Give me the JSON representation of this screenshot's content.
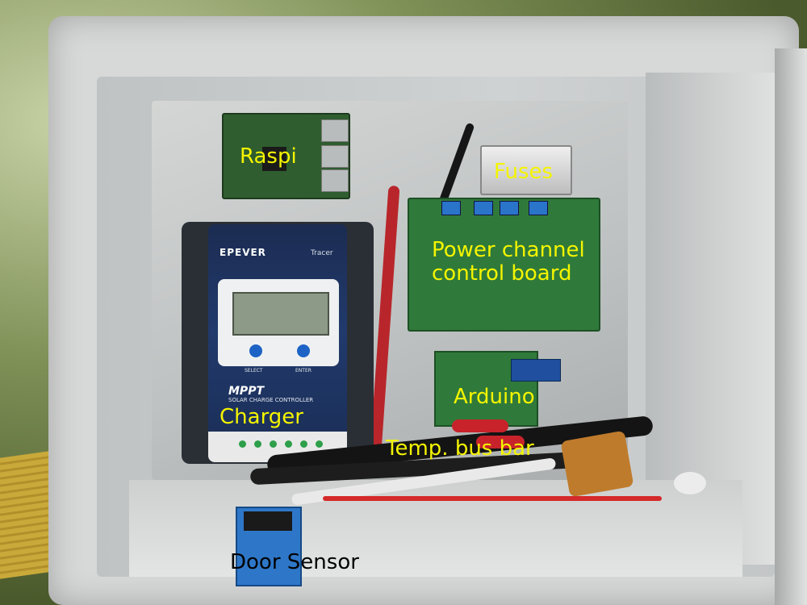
{
  "photo": {
    "subject": "open outdoor electronics enclosure",
    "labels": {
      "raspi": "Raspi",
      "fuses": "Fuses",
      "power_channel_line1": "Power channel",
      "power_channel_line2": "control board",
      "arduino": "Arduino",
      "charger": "Charger",
      "temp_bus_bar": "Temp. bus bar",
      "door_sensor": "Door Sensor"
    },
    "label_colors": {
      "highlight": "#f4f400",
      "dark": "#000000"
    }
  },
  "charger_device": {
    "brand": "EPEVER",
    "model": "Tracer",
    "select_label": "SELECT",
    "enter_label": "ENTER",
    "title": "MPPT",
    "subtitle": "SOLAR CHARGE CONTROLLER"
  }
}
